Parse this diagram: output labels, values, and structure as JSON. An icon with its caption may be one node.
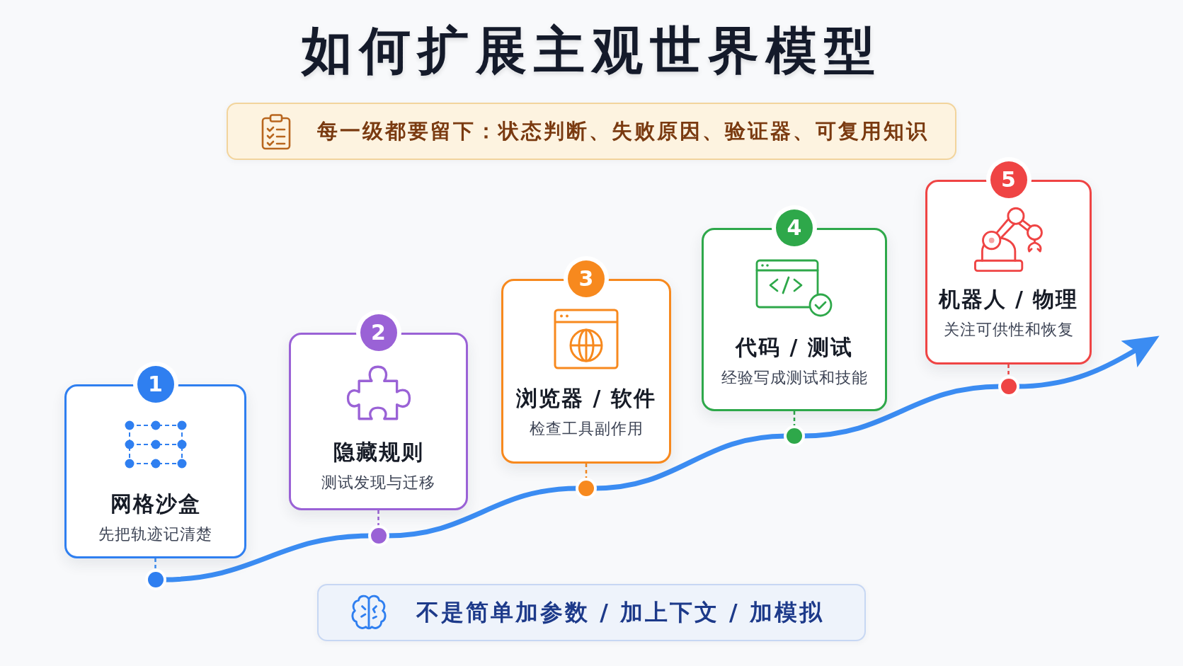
{
  "diagram": {
    "title": "如何扩展主观世界模型",
    "nodes": [
      {
        "text": [
          "每一级都要留下：状态判断、失败原因、验证器、可复用知识"
        ]
      },
      {
        "text": [
          "1"
        ]
      },
      {
        "text": [
          "网格沙盒",
          "先把轨迹记清楚"
        ]
      },
      {
        "text": [
          "2"
        ]
      },
      {
        "text": [
          "隐藏规则",
          "测试发现与迁移"
        ]
      },
      {
        "text": [
          "3"
        ]
      },
      {
        "text": [
          "浏览器 / 软件",
          "检查工具副作用"
        ]
      },
      {
        "text": [
          "4"
        ]
      },
      {
        "text": [
          "代码 / 测试",
          "经验写成测试和技能"
        ]
      },
      {
        "text": [
          "5"
        ]
      },
      {
        "text": [
          "机器人 / 物理",
          "关注可供性和恢复"
        ]
      },
      {
        "text": [],
        "shape": "circle"
      },
      {
        "text": [],
        "shape": "circle"
      },
      {
        "text": [],
        "shape": "circle"
      },
      {
        "text": [],
        "shape": "circle"
      },
      {
        "text": [],
        "shape": "circle"
      },
      {
        "text": [
          "不是简单加参数 / 加上下文 / 加模拟"
        ]
      }
    ],
    "edges": [
      {
        "from": 2,
        "to": 11,
        "arrow": "none",
        "style": "dashed"
      },
      {
        "from": 4,
        "to": 12,
        "arrow": "none",
        "style": "dashed",
        "color": "#9a62d6"
      },
      {
        "from": 6,
        "to": 13,
        "arrow": "none",
        "style": "dashed",
        "color": "#f7891e"
      },
      {
        "from": 8,
        "to": 14,
        "arrow": "none",
        "style": "dashed",
        "color": "#2ea84a"
      },
      {
        "from": 10,
        "to": 15,
        "arrow": "none",
        "style": "dashed",
        "color": "#ef4444"
      },
      {
        "from": 11,
        "to": 12,
        "arrow": "none",
        "style": "thick"
      },
      {
        "from": 12,
        "to": 13,
        "arrow": "none",
        "style": "thick"
      },
      {
        "from": 13,
        "to": 14,
        "arrow": "none",
        "style": "thick"
      },
      {
        "from": 14,
        "to": 15,
        "arrow": "none",
        "style": "thick"
      },
      {
        "from": 15,
        "to": null,
        "arrow": "to",
        "style": "thick"
      }
    ]
  }
}
